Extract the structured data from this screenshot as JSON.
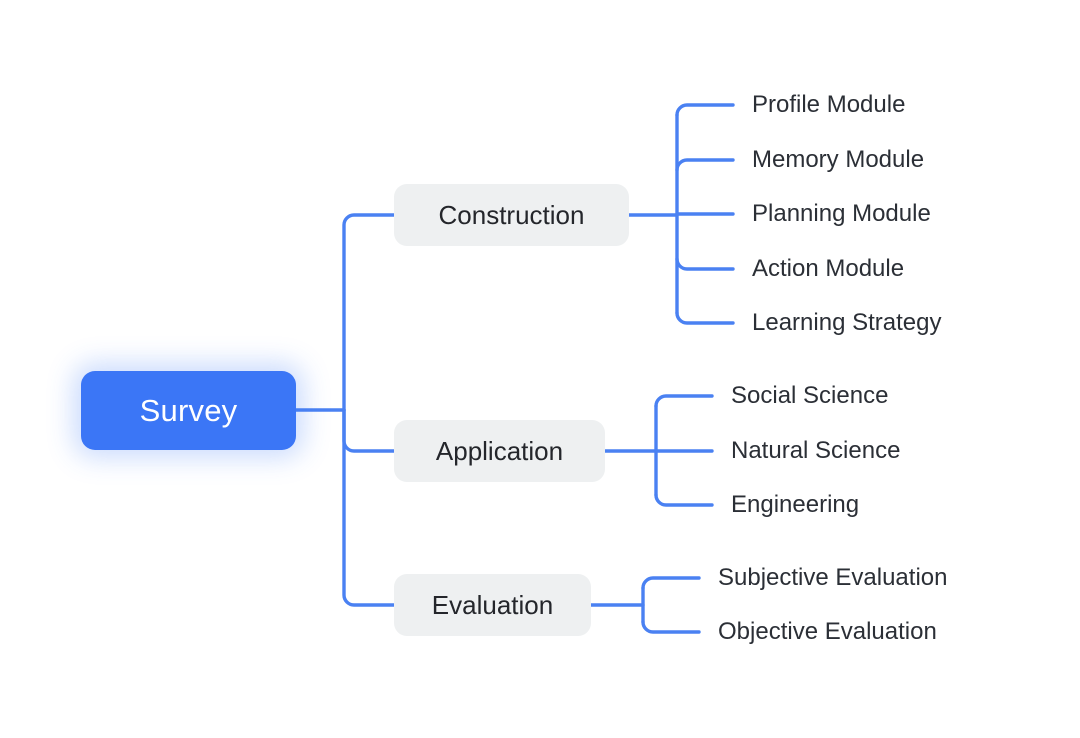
{
  "diagram": {
    "type": "mindmap",
    "background_color": "#ffffff",
    "accent_color": "#3b76f6",
    "branch_fill_color": "#eef0f1",
    "text_color": "#2b2f36",
    "root_text_color": "#ffffff",
    "root": {
      "label": "Survey"
    },
    "branches": [
      {
        "label": "Construction",
        "children": [
          {
            "label": "Profile Module"
          },
          {
            "label": "Memory Module"
          },
          {
            "label": "Planning Module"
          },
          {
            "label": "Action Module"
          },
          {
            "label": "Learning Strategy"
          }
        ]
      },
      {
        "label": "Application",
        "children": [
          {
            "label": "Social Science"
          },
          {
            "label": "Natural Science"
          },
          {
            "label": "Engineering"
          }
        ]
      },
      {
        "label": "Evaluation",
        "children": [
          {
            "label": "Subjective Evaluation"
          },
          {
            "label": "Objective Evaluation"
          }
        ]
      }
    ]
  }
}
